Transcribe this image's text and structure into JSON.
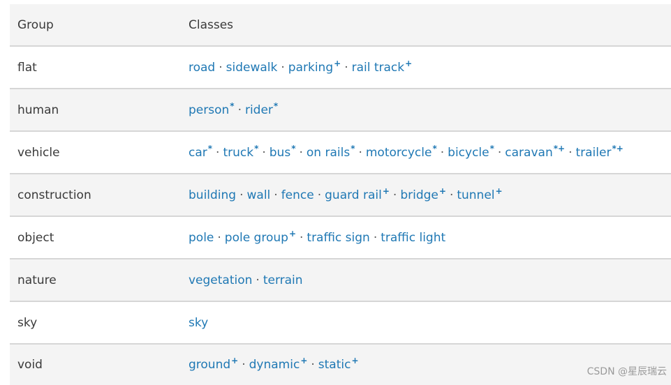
{
  "header": {
    "group": "Group",
    "classes": "Classes"
  },
  "rows": [
    {
      "group": "flat",
      "classes": [
        {
          "name": "road",
          "mark": ""
        },
        {
          "name": "sidewalk",
          "mark": ""
        },
        {
          "name": "parking",
          "mark": "+"
        },
        {
          "name": "rail track",
          "mark": "+"
        }
      ]
    },
    {
      "group": "human",
      "classes": [
        {
          "name": "person",
          "mark": "*"
        },
        {
          "name": "rider",
          "mark": "*"
        }
      ]
    },
    {
      "group": "vehicle",
      "classes": [
        {
          "name": "car",
          "mark": "*"
        },
        {
          "name": "truck",
          "mark": "*"
        },
        {
          "name": "bus",
          "mark": "*"
        },
        {
          "name": "on rails",
          "mark": "*"
        },
        {
          "name": "motorcycle",
          "mark": "*"
        },
        {
          "name": "bicycle",
          "mark": "*"
        },
        {
          "name": "caravan",
          "mark": "*+"
        },
        {
          "name": "trailer",
          "mark": "*+"
        }
      ]
    },
    {
      "group": "construction",
      "classes": [
        {
          "name": "building",
          "mark": ""
        },
        {
          "name": "wall",
          "mark": ""
        },
        {
          "name": "fence",
          "mark": ""
        },
        {
          "name": "guard rail",
          "mark": "+"
        },
        {
          "name": "bridge",
          "mark": "+"
        },
        {
          "name": "tunnel",
          "mark": "+"
        }
      ]
    },
    {
      "group": "object",
      "classes": [
        {
          "name": "pole",
          "mark": ""
        },
        {
          "name": "pole group",
          "mark": "+"
        },
        {
          "name": "traffic sign",
          "mark": ""
        },
        {
          "name": "traffic light",
          "mark": ""
        }
      ]
    },
    {
      "group": "nature",
      "classes": [
        {
          "name": "vegetation",
          "mark": ""
        },
        {
          "name": "terrain",
          "mark": ""
        }
      ]
    },
    {
      "group": "sky",
      "classes": [
        {
          "name": "sky",
          "mark": ""
        }
      ]
    },
    {
      "group": "void",
      "classes": [
        {
          "name": "ground",
          "mark": "+"
        },
        {
          "name": "dynamic",
          "mark": "+"
        },
        {
          "name": "static",
          "mark": "+"
        }
      ]
    }
  ],
  "separator": "·",
  "watermark": "CSDN @星辰瑞云",
  "colors": {
    "link": "#1f78b4",
    "text": "#3a3a3a",
    "row_shade": "#f4f4f4",
    "border": "#d6d6d6"
  }
}
